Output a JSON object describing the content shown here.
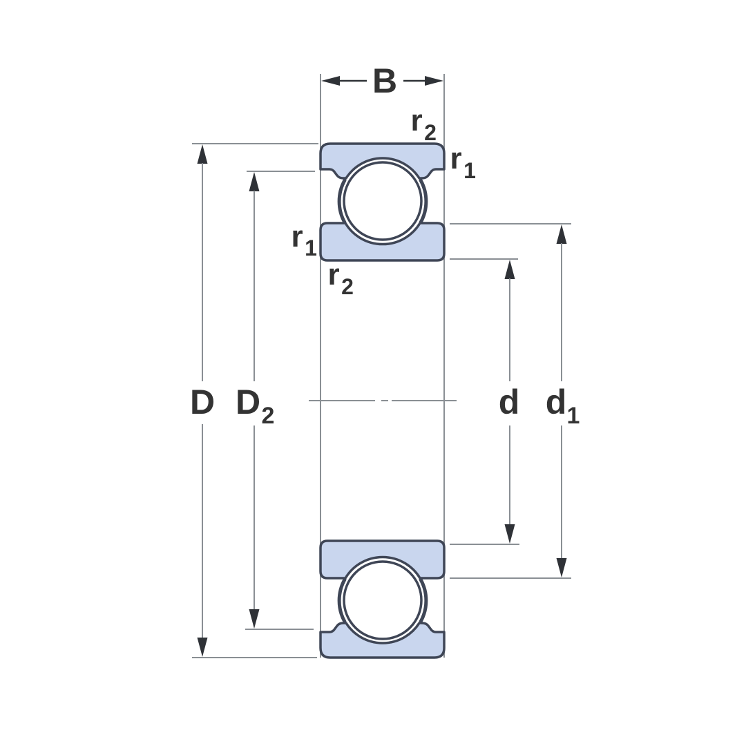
{
  "labels": {
    "B": "B",
    "D": "D",
    "D2": {
      "base": "D",
      "sub": "2"
    },
    "d": "d",
    "d1": {
      "base": "d",
      "sub": "1"
    },
    "r2_top": {
      "base": "r",
      "sub": "2"
    },
    "r1_right": {
      "base": "r",
      "sub": "1"
    },
    "r1_left": {
      "base": "r",
      "sub": "1"
    },
    "r2_left": {
      "base": "r",
      "sub": "2"
    }
  },
  "colors": {
    "ring_fill": "#c9d6ee",
    "outline": "#3f4656",
    "ball_fill": "#ffffff",
    "dim_line": "#8a8f94",
    "arrow": "#2f3237",
    "label": "#333333",
    "background": "#ffffff"
  }
}
